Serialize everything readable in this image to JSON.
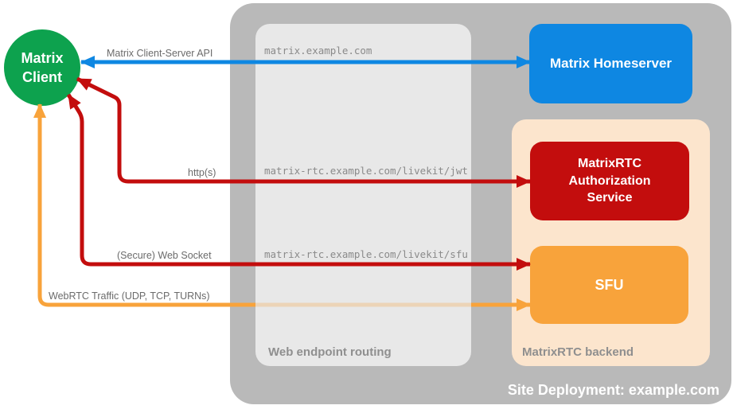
{
  "client": {
    "label": "Matrix\nClient"
  },
  "homeserver": {
    "label": "Matrix Homeserver"
  },
  "routing": {
    "title": "Web endpoint routing",
    "endpoints": [
      "matrix.example.com",
      "matrix-rtc.example.com/livekit/jwt",
      "matrix-rtc.example.com/livekit/sfu"
    ]
  },
  "backend": {
    "title": "MatrixRTC backend",
    "auth": {
      "label": "MatrixRTC\nAuthorization\nService"
    },
    "sfu": {
      "label": "SFU"
    }
  },
  "arrows": {
    "client_server_api": {
      "label": "Matrix Client-Server API",
      "color": "#0e87e2"
    },
    "https": {
      "label": "http(s)",
      "color": "#c30d0d"
    },
    "websocket": {
      "label": "(Secure) Web Socket",
      "color": "#c30d0d"
    },
    "webrtc": {
      "label": "WebRTC Traffic (UDP, TCP, TURNs)",
      "color": "#f8a33b"
    }
  },
  "deployment": {
    "label": "Site Deployment: example.com"
  },
  "colors": {
    "client_green": "#0da24e",
    "homeserver_blue": "#0e87e2",
    "auth_red": "#c30d0d",
    "sfu_orange": "#f8a33b",
    "backend_peach": "#fce5cd",
    "container_gray": "#b9b9b9",
    "routing_gray": "#e8e8e8",
    "label_gray": "#6b6b6b",
    "endpoint_gray": "#8a8a8a"
  }
}
